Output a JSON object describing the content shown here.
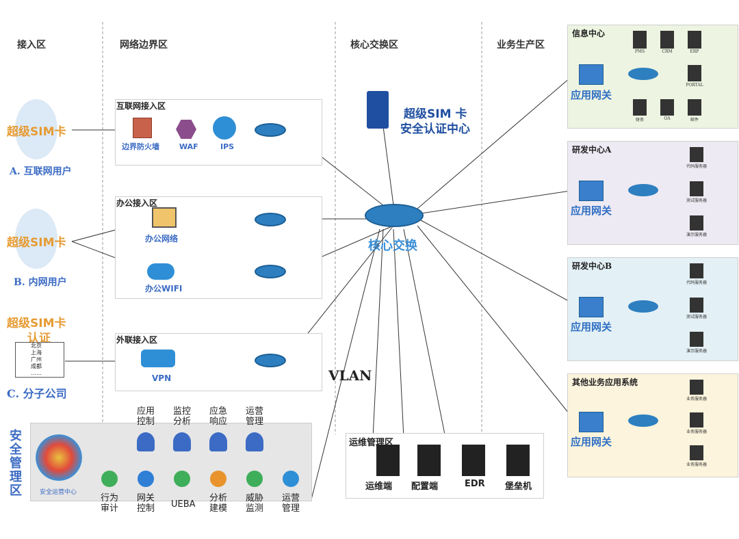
{
  "zones": {
    "access": "接入区",
    "border": "网络边界区",
    "core": "核心交换区",
    "business": "业务生产区"
  },
  "access_boxes": {
    "internet": "互联网接入区",
    "office": "办公接入区",
    "external": "外联接入区"
  },
  "devices": {
    "firewall": "边界防火墙",
    "waf": "WAF",
    "ips": "IPS",
    "office_net": "办公网络",
    "office_wifi": "办公WIFI",
    "vpn": "VPN"
  },
  "users": {
    "sim": "超级SIM卡",
    "a": "A. 互联网用户",
    "b": "B. 内网用户",
    "c_sim_1": "超级SIM卡",
    "c_sim_2": "认证",
    "c": "C. 分子公司",
    "branches": [
      "北京",
      "上海",
      "广州",
      "成都",
      "……"
    ]
  },
  "auth_center": {
    "line1": "超级SIM 卡",
    "line2": "安全认证中心"
  },
  "core": {
    "label": "核心交换",
    "vlan": "VLAN"
  },
  "business": [
    {
      "title": "信息中心",
      "gateway": "应用网关",
      "servers": [
        "PMS",
        "CRM",
        "ERP",
        "PORTAL",
        "财务",
        "OA",
        "邮件"
      ],
      "bg": "#edf4e1"
    },
    {
      "title": "研发中心A",
      "gateway": "应用网关",
      "servers": [
        "代码服务器",
        "测试服务器",
        "演示服务器"
      ],
      "bg": "#eeeaf3"
    },
    {
      "title": "研发中心B",
      "gateway": "应用网关",
      "servers": [
        "代码服务器",
        "测试服务器",
        "演示服务器"
      ],
      "bg": "#e3f0f5"
    },
    {
      "title": "其他业务应用系统",
      "gateway": "应用网关",
      "servers": [
        "业务服务器",
        "业务服务器",
        "业务服务器"
      ],
      "bg": "#fcf4dc"
    }
  ],
  "security": {
    "title": "安全管理区",
    "logo_text": "安全运营中心",
    "people": [
      "应用控制",
      "监控分析",
      "应急响应",
      "运营管理"
    ],
    "tools": [
      "行为审计",
      "网关控制",
      "UEBA",
      "分析建模",
      "威胁监测",
      "运营管理"
    ]
  },
  "ops": {
    "title": "运维管理区",
    "items": [
      "运维端",
      "配置端",
      "EDR",
      "堡垒机"
    ]
  },
  "colors": {
    "blue": "#3b6bc4",
    "orange": "#e69b33",
    "line": "#333333"
  }
}
